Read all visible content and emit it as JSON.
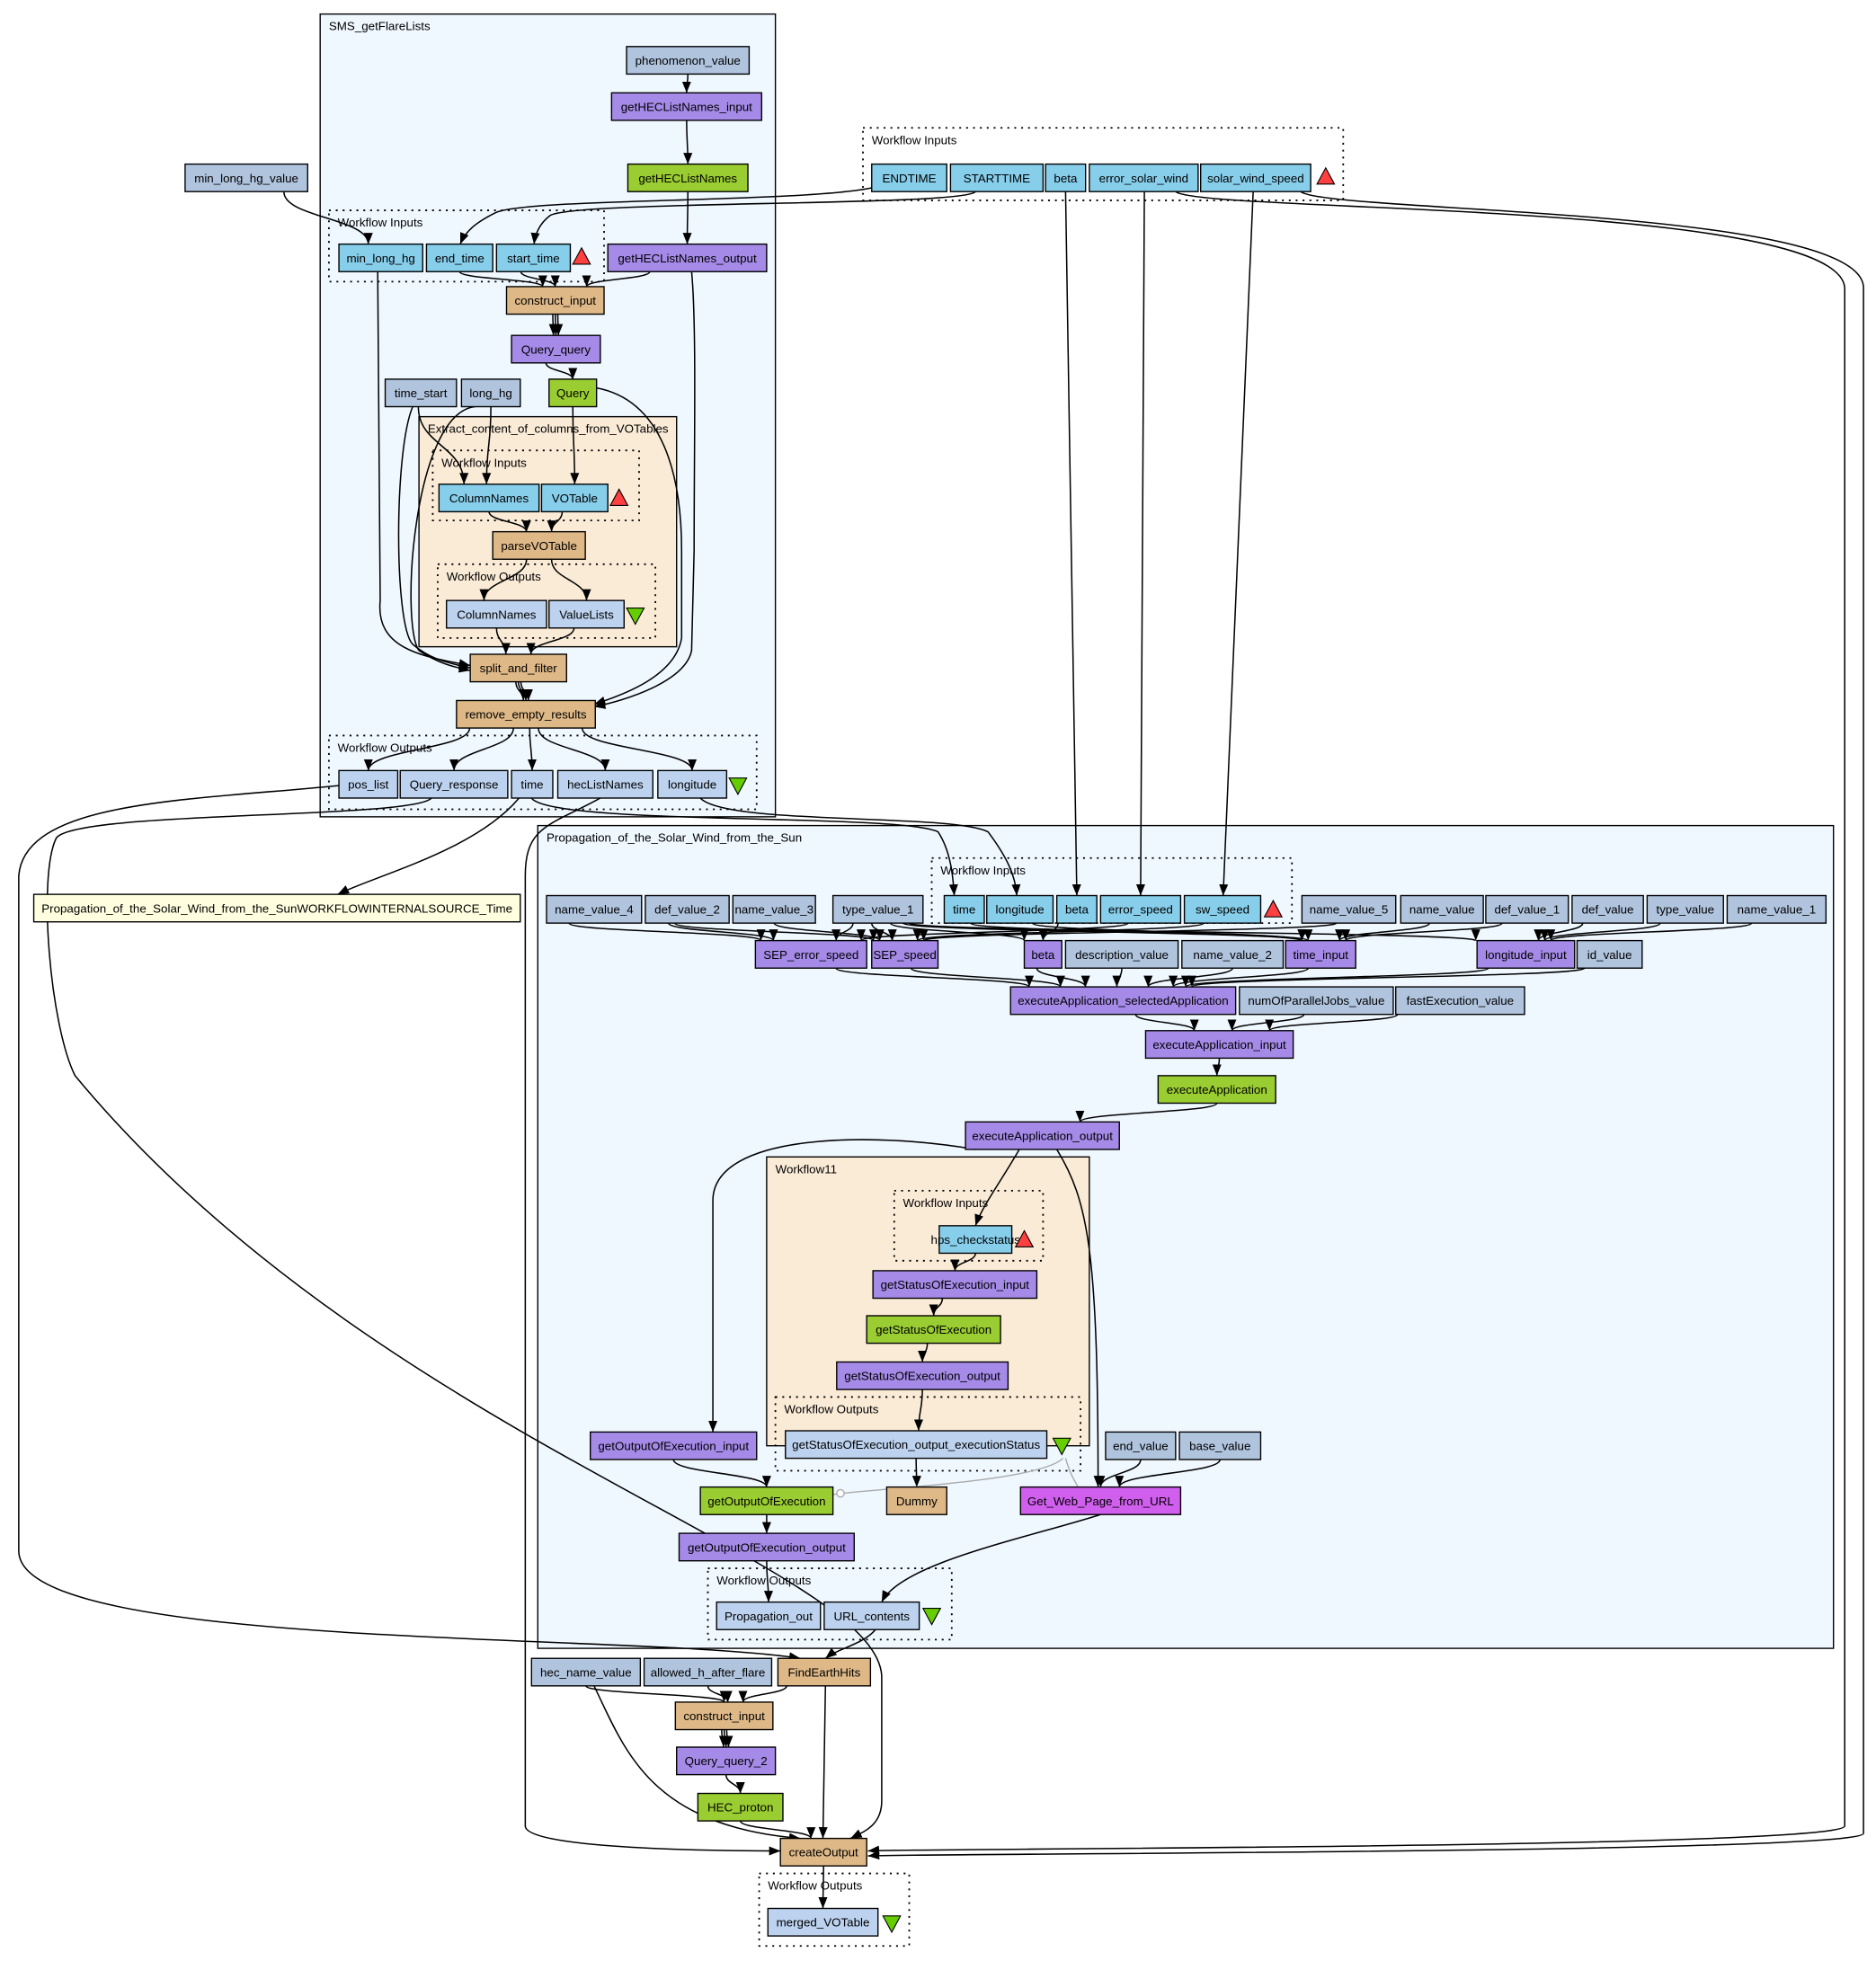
{
  "colors": {
    "constant": "#b0c4de",
    "input": "#87ceeb",
    "wsdl_port": "#a58ae8",
    "service": "#9acd32",
    "beanshell": "#deb887",
    "output": "#bcd2ee",
    "rest": "#d15fee",
    "merge_target": "#ffffe0",
    "workflow_cluster": "#eff7ff",
    "nested_cluster": "#faebd7",
    "input_marker": "#ff4040",
    "output_marker": "#66cd00"
  },
  "clusters": [
    {
      "id": "sms",
      "label": "SMS_getFlareLists",
      "style": "workflow"
    },
    {
      "id": "wi_top",
      "label": "Workflow Inputs",
      "style": "dotted"
    },
    {
      "id": "wi_sms",
      "label": "Workflow Inputs",
      "style": "dotted"
    },
    {
      "id": "extract",
      "label": "Extract_content_of_columns_from_VOTables",
      "style": "nested"
    },
    {
      "id": "wi_ext",
      "label": "Workflow Inputs",
      "style": "dotted"
    },
    {
      "id": "wo_ext",
      "label": "Workflow Outputs",
      "style": "dotted"
    },
    {
      "id": "wo_sms",
      "label": "Workflow Outputs",
      "style": "dotted"
    },
    {
      "id": "prop",
      "label": "Propagation_of_the_Solar_Wind_from_the_Sun",
      "style": "workflow"
    },
    {
      "id": "wi_prop",
      "label": "Workflow Inputs",
      "style": "dotted"
    },
    {
      "id": "wf11",
      "label": "Workflow11",
      "style": "nested"
    },
    {
      "id": "wi_wf11",
      "label": "Workflow Inputs",
      "style": "dotted"
    },
    {
      "id": "wo_wf11",
      "label": "Workflow Outputs",
      "style": "dotted"
    },
    {
      "id": "wo_prop",
      "label": "Workflow Outputs",
      "style": "dotted"
    },
    {
      "id": "wo_final",
      "label": "Workflow Outputs",
      "style": "dotted"
    }
  ],
  "nodes": [
    {
      "id": "min_long_hg_value",
      "label": "min_long_hg_value",
      "kind": "constant"
    },
    {
      "id": "phenomenon_value",
      "label": "phenomenon_value",
      "kind": "constant"
    },
    {
      "id": "getHECListNames_input",
      "label": "getHECListNames_input",
      "kind": "wsdl_port"
    },
    {
      "id": "getHECListNames",
      "label": "getHECListNames",
      "kind": "service"
    },
    {
      "id": "min_long_hg",
      "label": "min_long_hg",
      "kind": "input"
    },
    {
      "id": "end_time",
      "label": "end_time",
      "kind": "input"
    },
    {
      "id": "start_time",
      "label": "start_time",
      "kind": "input"
    },
    {
      "id": "getHECListNames_output",
      "label": "getHECListNames_output",
      "kind": "wsdl_port"
    },
    {
      "id": "construct_input",
      "label": "construct_input",
      "kind": "beanshell"
    },
    {
      "id": "Query_query",
      "label": "Query_query",
      "kind": "wsdl_port"
    },
    {
      "id": "time_start",
      "label": "time_start",
      "kind": "constant"
    },
    {
      "id": "long_hg",
      "label": "long_hg",
      "kind": "constant"
    },
    {
      "id": "Query",
      "label": "Query",
      "kind": "service"
    },
    {
      "id": "ColumnNames_in",
      "label": "ColumnNames",
      "kind": "input"
    },
    {
      "id": "VOTable",
      "label": "VOTable",
      "kind": "input"
    },
    {
      "id": "parseVOTable",
      "label": "parseVOTable",
      "kind": "beanshell"
    },
    {
      "id": "ColumnNames_out",
      "label": "ColumnNames",
      "kind": "output"
    },
    {
      "id": "ValueLists",
      "label": "ValueLists",
      "kind": "output"
    },
    {
      "id": "split_and_filter",
      "label": "split_and_filter",
      "kind": "beanshell"
    },
    {
      "id": "remove_empty_results",
      "label": "remove_empty_results",
      "kind": "beanshell"
    },
    {
      "id": "pos_list",
      "label": "pos_list",
      "kind": "output"
    },
    {
      "id": "Query_response",
      "label": "Query_response",
      "kind": "output"
    },
    {
      "id": "time_out",
      "label": "time",
      "kind": "output"
    },
    {
      "id": "hecListNames",
      "label": "hecListNames",
      "kind": "output"
    },
    {
      "id": "longitude_out",
      "label": "longitude",
      "kind": "output"
    },
    {
      "id": "ENDTIME",
      "label": "ENDTIME",
      "kind": "input"
    },
    {
      "id": "STARTTIME",
      "label": "STARTTIME",
      "kind": "input"
    },
    {
      "id": "beta_top",
      "label": "beta",
      "kind": "input"
    },
    {
      "id": "error_solar_wind",
      "label": "error_solar_wind",
      "kind": "input"
    },
    {
      "id": "solar_wind_speed",
      "label": "solar_wind_speed",
      "kind": "input"
    },
    {
      "id": "prop_time_src",
      "label": "Propagation_of_the_Solar_Wind_from_the_SunWORKFLOWINTERNALSOURCE_Time",
      "kind": "merge_target"
    },
    {
      "id": "name_value_4",
      "label": "name_value_4",
      "kind": "constant"
    },
    {
      "id": "def_value_2",
      "label": "def_value_2",
      "kind": "constant"
    },
    {
      "id": "name_value_3",
      "label": "name_value_3",
      "kind": "constant"
    },
    {
      "id": "type_value_1",
      "label": "type_value_1",
      "kind": "constant"
    },
    {
      "id": "p_time",
      "label": "time",
      "kind": "input"
    },
    {
      "id": "p_longitude",
      "label": "longitude",
      "kind": "input"
    },
    {
      "id": "p_beta",
      "label": "beta",
      "kind": "input"
    },
    {
      "id": "p_error_speed",
      "label": "error_speed",
      "kind": "input"
    },
    {
      "id": "p_sw_speed",
      "label": "sw_speed",
      "kind": "input"
    },
    {
      "id": "name_value_5",
      "label": "name_value_5",
      "kind": "constant"
    },
    {
      "id": "name_value",
      "label": "name_value",
      "kind": "constant"
    },
    {
      "id": "def_value_1",
      "label": "def_value_1",
      "kind": "constant"
    },
    {
      "id": "def_value",
      "label": "def_value",
      "kind": "constant"
    },
    {
      "id": "type_value",
      "label": "type_value",
      "kind": "constant"
    },
    {
      "id": "name_value_1",
      "label": "name_value_1",
      "kind": "constant"
    },
    {
      "id": "SEP_error_speed",
      "label": "SEP_error_speed",
      "kind": "wsdl_port"
    },
    {
      "id": "SEP_speed",
      "label": "SEP_speed",
      "kind": "wsdl_port"
    },
    {
      "id": "beta_port",
      "label": "beta",
      "kind": "wsdl_port"
    },
    {
      "id": "description_value",
      "label": "description_value",
      "kind": "constant"
    },
    {
      "id": "name_value_2",
      "label": "name_value_2",
      "kind": "constant"
    },
    {
      "id": "time_input",
      "label": "time_input",
      "kind": "wsdl_port"
    },
    {
      "id": "longitude_input",
      "label": "longitude_input",
      "kind": "wsdl_port"
    },
    {
      "id": "id_value",
      "label": "id_value",
      "kind": "constant"
    },
    {
      "id": "execApp_selApp",
      "label": "executeApplication_selectedApplication",
      "kind": "wsdl_port"
    },
    {
      "id": "numOfParallelJobs_value",
      "label": "numOfParallelJobs_value",
      "kind": "constant"
    },
    {
      "id": "fastExecution_value",
      "label": "fastExecution_value",
      "kind": "constant"
    },
    {
      "id": "executeApplication_input",
      "label": "executeApplication_input",
      "kind": "wsdl_port"
    },
    {
      "id": "executeApplication",
      "label": "executeApplication",
      "kind": "service"
    },
    {
      "id": "executeApplication_output",
      "label": "executeApplication_output",
      "kind": "wsdl_port"
    },
    {
      "id": "hps_checkstatus",
      "label": "hps_checkstatus",
      "kind": "input"
    },
    {
      "id": "getStatusOfExecution_input",
      "label": "getStatusOfExecution_input",
      "kind": "wsdl_port"
    },
    {
      "id": "getStatusOfExecution",
      "label": "getStatusOfExecution",
      "kind": "service"
    },
    {
      "id": "getStatusOfExecution_output",
      "label": "getStatusOfExecution_output",
      "kind": "wsdl_port"
    },
    {
      "id": "execStatus",
      "label": "getStatusOfExecution_output_executionStatus",
      "kind": "output"
    },
    {
      "id": "getOutputOfExecution_input",
      "label": "getOutputOfExecution_input",
      "kind": "wsdl_port"
    },
    {
      "id": "end_value",
      "label": "end_value",
      "kind": "constant"
    },
    {
      "id": "base_value",
      "label": "base_value",
      "kind": "constant"
    },
    {
      "id": "getOutputOfExecution",
      "label": "getOutputOfExecution",
      "kind": "service"
    },
    {
      "id": "Dummy",
      "label": "Dummy",
      "kind": "beanshell"
    },
    {
      "id": "Get_Web_Page_from_URL",
      "label": "Get_Web_Page_from_URL",
      "kind": "rest"
    },
    {
      "id": "getOutputOfExecution_output",
      "label": "getOutputOfExecution_output",
      "kind": "wsdl_port"
    },
    {
      "id": "Propagation_out",
      "label": "Propagation_out",
      "kind": "output"
    },
    {
      "id": "URL_contents",
      "label": "URL_contents",
      "kind": "output"
    },
    {
      "id": "hec_name_value",
      "label": "hec_name_value",
      "kind": "constant"
    },
    {
      "id": "allowed_h_after_flare",
      "label": "allowed_h_after_flare",
      "kind": "constant"
    },
    {
      "id": "FindEarthHits",
      "label": "FindEarthHits",
      "kind": "beanshell"
    },
    {
      "id": "construct_input_2",
      "label": "construct_input",
      "kind": "beanshell"
    },
    {
      "id": "Query_query_2",
      "label": "Query_query_2",
      "kind": "wsdl_port"
    },
    {
      "id": "HEC_proton",
      "label": "HEC_proton",
      "kind": "service"
    },
    {
      "id": "createOutput",
      "label": "createOutput",
      "kind": "beanshell"
    },
    {
      "id": "merged_VOTable",
      "label": "merged_VOTable",
      "kind": "output"
    }
  ]
}
